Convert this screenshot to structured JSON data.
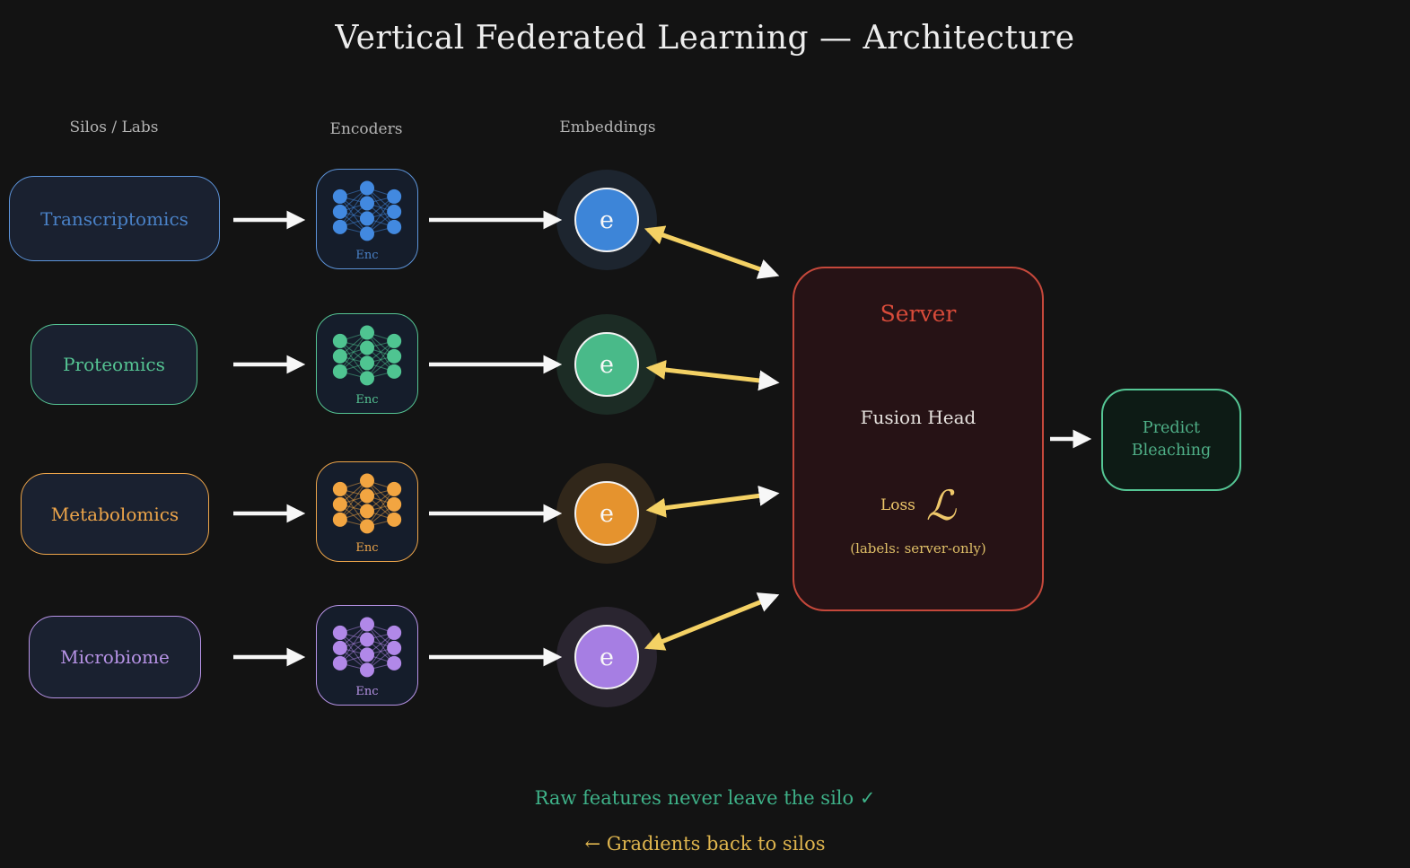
{
  "title": "Vertical Federated Learning — Architecture",
  "column_headers": {
    "silos": "Silos / Labs",
    "encoders": "Encoders",
    "embeddings": "Embeddings"
  },
  "rows": [
    {
      "label": "Transcriptomics",
      "enc_label": "Enc",
      "embedding_letter": "e",
      "accent": "#5d94da",
      "text_color": "#4a82c8",
      "node_color": "#4289e0",
      "embed_fill": "#3d85d8"
    },
    {
      "label": "Proteomics",
      "enc_label": "Enc",
      "embedding_letter": "e",
      "accent": "#55c493",
      "text_color": "#55c493",
      "node_color": "#4fc491",
      "embed_fill": "#49ba89"
    },
    {
      "label": "Metabolomics",
      "enc_label": "Enc",
      "embedding_letter": "e",
      "accent": "#eda54a",
      "text_color": "#eda54a",
      "node_color": "#f2a541",
      "embed_fill": "#e5932e"
    },
    {
      "label": "Microbiome",
      "enc_label": "Enc",
      "embedding_letter": "e",
      "accent": "#b793e6",
      "text_color": "#b793e6",
      "node_color": "#b188e8",
      "embed_fill": "#a67ee3"
    }
  ],
  "server": {
    "title": "Server",
    "fusion_head": "Fusion Head",
    "loss_label": "Loss",
    "loss_symbol": "ℒ",
    "labels_note": "(labels: server-only)",
    "border_color": "#c5483b",
    "title_color": "#d84b3a"
  },
  "output_box": {
    "line1": "Predict",
    "line2": "Bleaching",
    "accent": "#55c795"
  },
  "footer": {
    "privacy_note": "Raw features never leave the silo ✓",
    "privacy_color": "#3eb188",
    "gradients_note": "← Gradients back to silos",
    "gradients_color": "#dfb54e"
  },
  "arrow_colors": {
    "forward": "#f7f7f7",
    "gradient": "#f4d164"
  }
}
